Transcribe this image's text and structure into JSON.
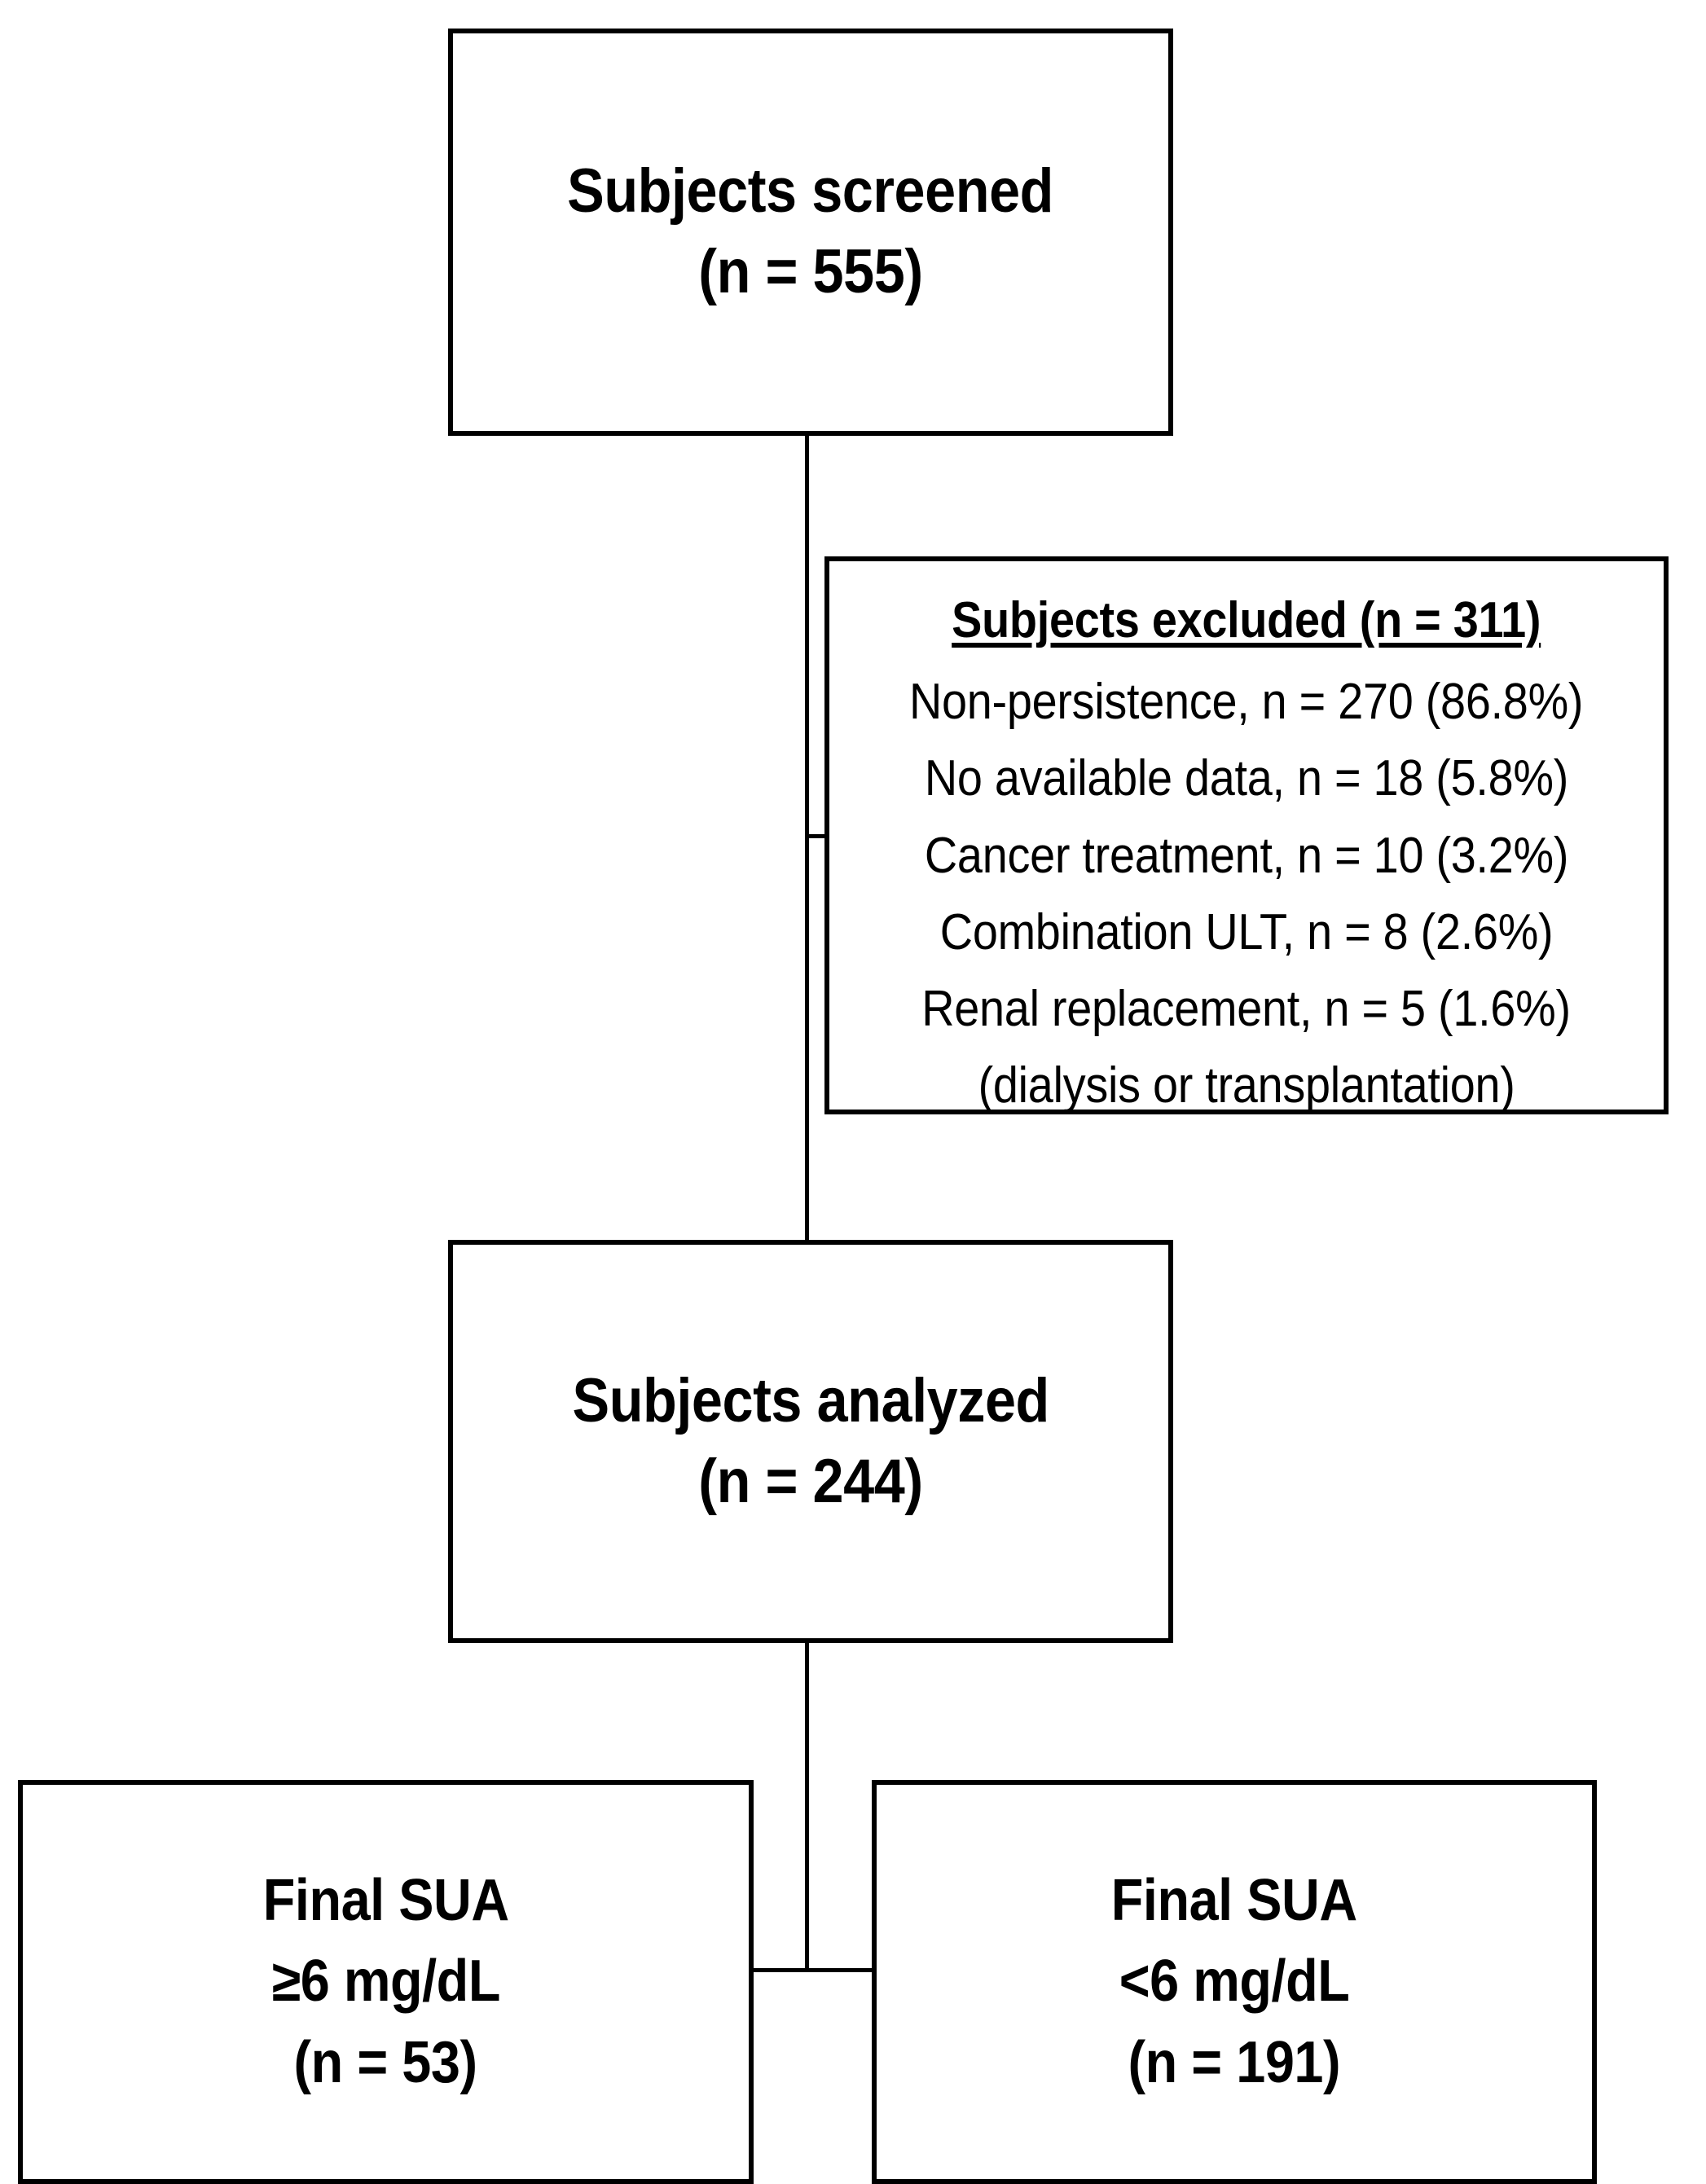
{
  "diagram": {
    "type": "flowchart",
    "title": "Study subject disposition flow diagram",
    "colors": {
      "border": "#000000",
      "background": "#ffffff",
      "text": "#000000"
    }
  },
  "nodes": {
    "screened": {
      "label": "Subjects screened",
      "count_label": "(n = 555)",
      "n": 555
    },
    "excluded": {
      "header": "Subjects excluded (n = 311)",
      "n": 311,
      "reasons": [
        {
          "text": "Non-persistence, n = 270 (86.8%)",
          "label": "Non-persistence",
          "n": 270,
          "percent": 86.8
        },
        {
          "text": "No available data, n = 18 (5.8%)",
          "label": "No available data",
          "n": 18,
          "percent": 5.8
        },
        {
          "text": "Cancer treatment, n = 10 (3.2%)",
          "label": "Cancer treatment",
          "n": 10,
          "percent": 3.2
        },
        {
          "text": "Combination ULT, n = 8 (2.6%)",
          "label": "Combination ULT",
          "n": 8,
          "percent": 2.6
        },
        {
          "text": "Renal replacement, n = 5 (1.6%)",
          "label": "Renal replacement",
          "n": 5,
          "percent": 1.6
        },
        {
          "text": "(dialysis or transplantation)",
          "label": "dialysis or transplantation",
          "n": null,
          "percent": null
        }
      ]
    },
    "analyzed": {
      "label": "Subjects analyzed",
      "count_label": "(n = 244)",
      "n": 244
    },
    "sua_high": {
      "label": "Final SUA",
      "threshold_label": "≥6 mg/dL",
      "count_label": "(n = 53)",
      "n": 53
    },
    "sua_low": {
      "label": "Final SUA",
      "threshold_label": "<6 mg/dL",
      "count_label": "(n = 191)",
      "n": 191
    }
  }
}
